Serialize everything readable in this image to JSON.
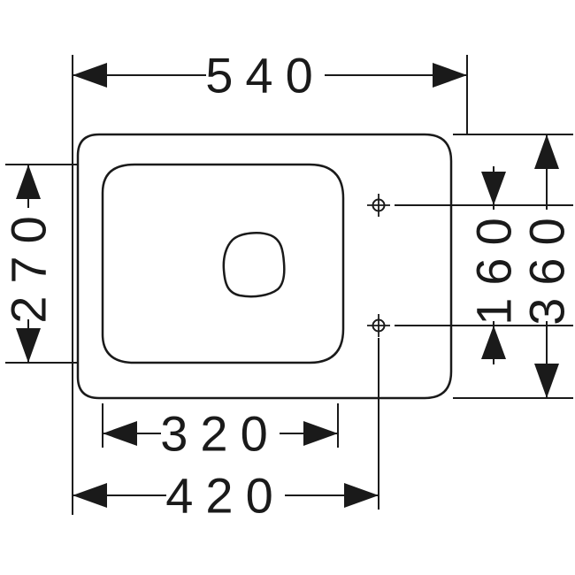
{
  "drawing": {
    "background_color": "#ffffff",
    "line_color": "#1a1a1a",
    "dimensions": {
      "top": {
        "value": "540"
      },
      "left": {
        "value": "270"
      },
      "inner_right": {
        "value": "160"
      },
      "outer_right": {
        "value": "360"
      },
      "inner_bottom": {
        "value": "320"
      },
      "outer_bottom": {
        "value": "420"
      }
    }
  }
}
